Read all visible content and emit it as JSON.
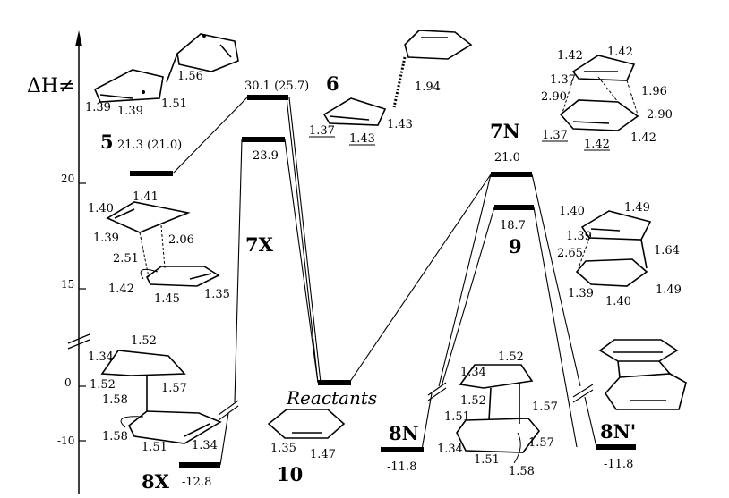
{
  "axis": {
    "ylabel": "ΔH≠",
    "ticks": [
      "20",
      "15",
      "0",
      "-10"
    ]
  },
  "levels": {
    "l5": {
      "label": "5",
      "energy": "21.3 (21.0)"
    },
    "l6": {
      "label": "6",
      "energy": "30.1 (25.7)"
    },
    "l7X": {
      "label": "7X",
      "energy": "23.9"
    },
    "reactants": {
      "label": "Reactants"
    },
    "l7N": {
      "label": "7N",
      "energy": "21.0"
    },
    "l9": {
      "label": "9",
      "energy": "18.7"
    },
    "l8X": {
      "label": "8X",
      "energy": "-12.8"
    },
    "l10": {
      "label": "10"
    },
    "l8N": {
      "label": "8N",
      "energy": "-11.8"
    },
    "l8Np": {
      "label": "8N'",
      "energy": "-11.8"
    }
  },
  "structures": {
    "s5": [
      "1.56",
      "1.39",
      "1.39",
      "1.51"
    ],
    "s6": [
      "1.94",
      "1.37",
      "1.43",
      "1.43"
    ],
    "s7N": [
      "1.42",
      "1.42",
      "1.37",
      "2.90",
      "1.96",
      "2.90",
      "1.37",
      "1.42",
      "1.42"
    ],
    "s7X": [
      "1.40",
      "1.41",
      "1.39",
      "2.06",
      "2.51",
      "1.42",
      "1.45",
      "1.35"
    ],
    "s9": [
      "1.40",
      "1.49",
      "1.39",
      "2.65",
      "1.64",
      "1.39",
      "1.40",
      "1.49"
    ],
    "s8X": [
      "1.34",
      "1.52",
      "1.52",
      "1.57",
      "1.58",
      "1.58",
      "1.51",
      "1.34"
    ],
    "s10": [
      "1.35",
      "1.47"
    ],
    "s8N": [
      "1.52",
      "1.34",
      "1.52",
      "1.57",
      "1.51",
      "1.34",
      "1.51",
      "1.57",
      "1.58"
    ]
  }
}
